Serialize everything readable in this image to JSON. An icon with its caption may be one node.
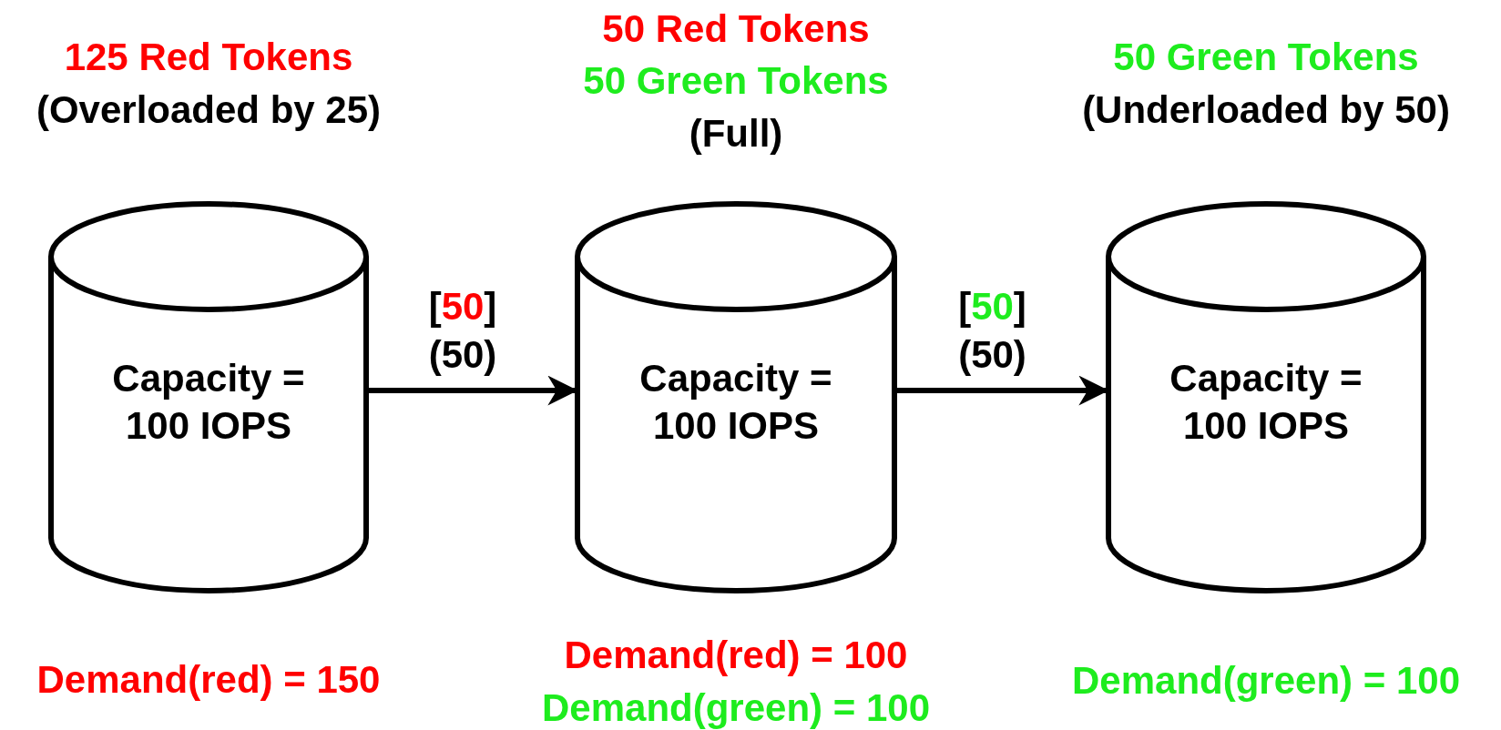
{
  "diagram": {
    "nodes": [
      {
        "text": [
          "Capacity = 100 IOPS"
        ],
        "beside": [
          "125 Red Tokens",
          "(Overloaded by 25)",
          "Demand(red) = 150"
        ]
      },
      {
        "text": [
          "Capacity = 100 IOPS"
        ],
        "beside": [
          "50 Red Tokens",
          "50 Green Tokens",
          "(Full)",
          "Demand(red) = 100",
          "Demand(green) = 100"
        ]
      },
      {
        "text": [
          "Capacity = 100 IOPS"
        ],
        "beside": [
          "50 Green Tokens",
          "(Underloaded by 50)",
          "Demand(green) = 100"
        ]
      }
    ],
    "edges": [
      {
        "from": 0,
        "to": 1,
        "arrow": "to",
        "label": "[50] (50)"
      },
      {
        "from": 1,
        "to": 2,
        "arrow": "to",
        "label": "[50] (50)"
      }
    ]
  }
}
